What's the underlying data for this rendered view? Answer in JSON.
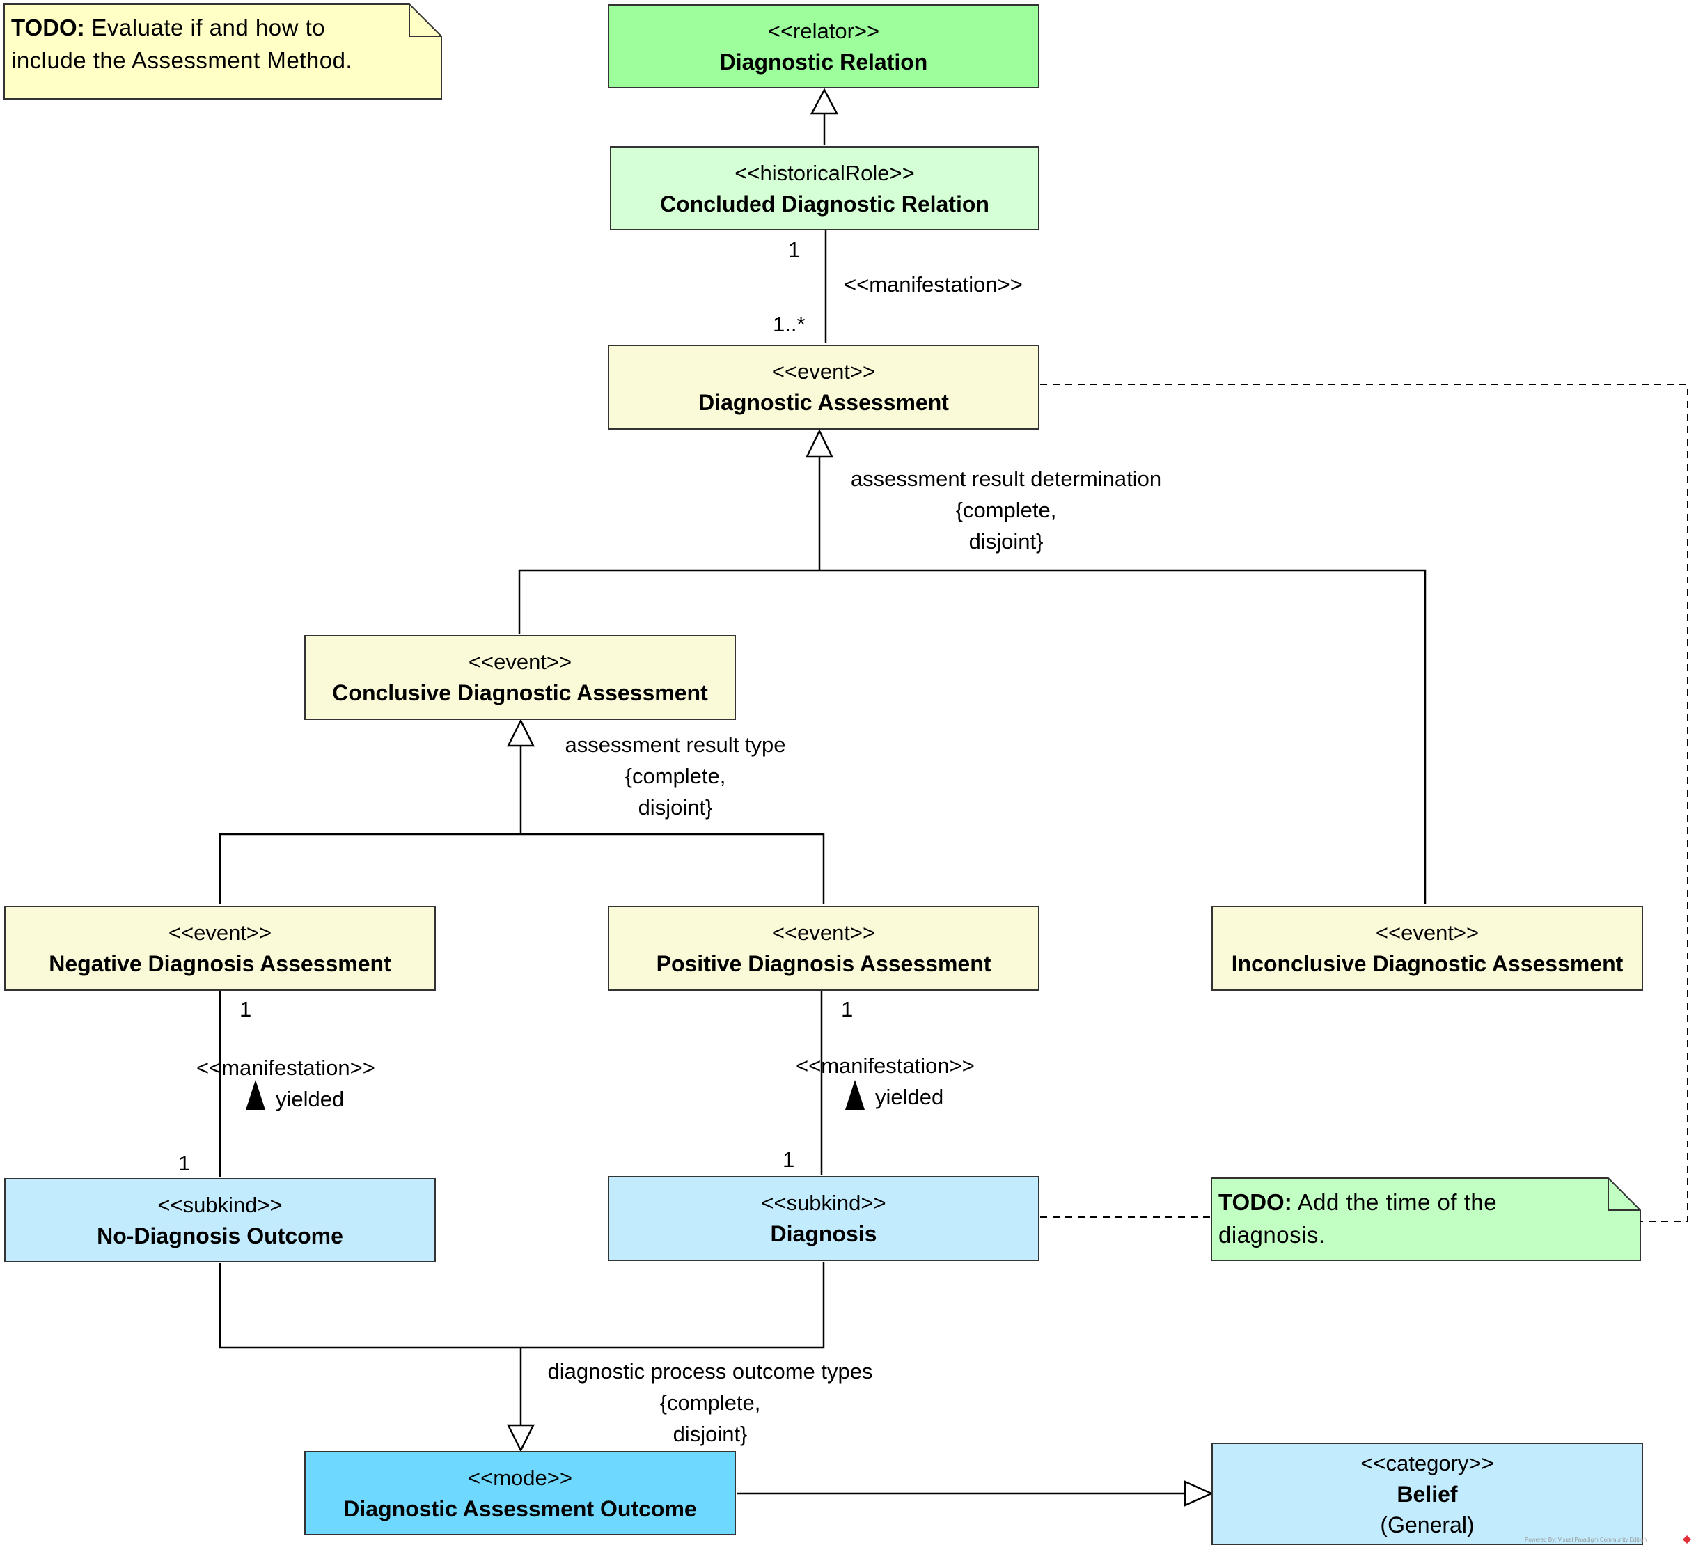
{
  "colors": {
    "relator": "#9cff9c",
    "historical_role": "#d5ffd5",
    "event": "#fafad8",
    "subkind": "#c2ecfe",
    "mode": "#6fd8fe",
    "category": "#c2ecfe",
    "note_yellow": "#ffffc6",
    "note_green": "#c2ffc2",
    "line": "#000000"
  },
  "notes": {
    "assessment_method": {
      "bold": "TODO:",
      "line1_rest": " Evaluate if and how to",
      "line2": "include the Assessment Method."
    },
    "diagnosis_time": {
      "bold": "TODO:",
      "line1_rest": " Add the time of the",
      "line2": "diagnosis."
    }
  },
  "classes": {
    "diagnostic_relation": {
      "stereotype": "<<relator>>",
      "name": "Diagnostic Relation"
    },
    "concluded_diagnostic_relation": {
      "stereotype": "<<historicalRole>>",
      "name": "Concluded Diagnostic Relation"
    },
    "diagnostic_assessment": {
      "stereotype": "<<event>>",
      "name": "Diagnostic Assessment"
    },
    "conclusive_diagnostic_assessment": {
      "stereotype": "<<event>>",
      "name": "Conclusive Diagnostic Assessment"
    },
    "negative_diagnosis_assessment": {
      "stereotype": "<<event>>",
      "name": "Negative Diagnosis Assessment"
    },
    "positive_diagnosis_assessment": {
      "stereotype": "<<event>>",
      "name": "Positive Diagnosis Assessment"
    },
    "inconclusive_diagnostic_assessment": {
      "stereotype": "<<event>>",
      "name": "Inconclusive Diagnostic Assessment"
    },
    "no_diagnosis_outcome": {
      "stereotype": "<<subkind>>",
      "name": "No-Diagnosis Outcome"
    },
    "diagnosis": {
      "stereotype": "<<subkind>>",
      "name": "Diagnosis"
    },
    "diagnostic_assessment_outcome": {
      "stereotype": "<<mode>>",
      "name": "Diagnostic Assessment Outcome"
    },
    "belief": {
      "stereotype": "<<category>>",
      "name": "Belief",
      "extra": "(General)"
    }
  },
  "relations": {
    "concluded_manifestation": {
      "stereotype": "<<manifestation>>",
      "mult_top": "1",
      "mult_bottom": "1..*"
    },
    "negative_manifestation": {
      "stereotype": "<<manifestation>>",
      "name": "yielded",
      "mult_top": "1",
      "mult_bottom": "1"
    },
    "positive_manifestation": {
      "stereotype": "<<manifestation>>",
      "name": "yielded",
      "mult_top": "1",
      "mult_bottom": "1"
    }
  },
  "generalization_sets": {
    "assessment_result_determination": {
      "name": "assessment result determination",
      "constraint_line1": "{complete,",
      "constraint_line2": "disjoint}"
    },
    "assessment_result_type": {
      "name": "assessment result type",
      "constraint_line1": "{complete,",
      "constraint_line2": "disjoint}"
    },
    "diagnostic_process_outcome_types": {
      "name": "diagnostic process outcome types",
      "constraint_line1": "{complete,",
      "constraint_line2": "disjoint}"
    }
  },
  "watermark": "Powered By: Visual Paradigm Community Edition"
}
